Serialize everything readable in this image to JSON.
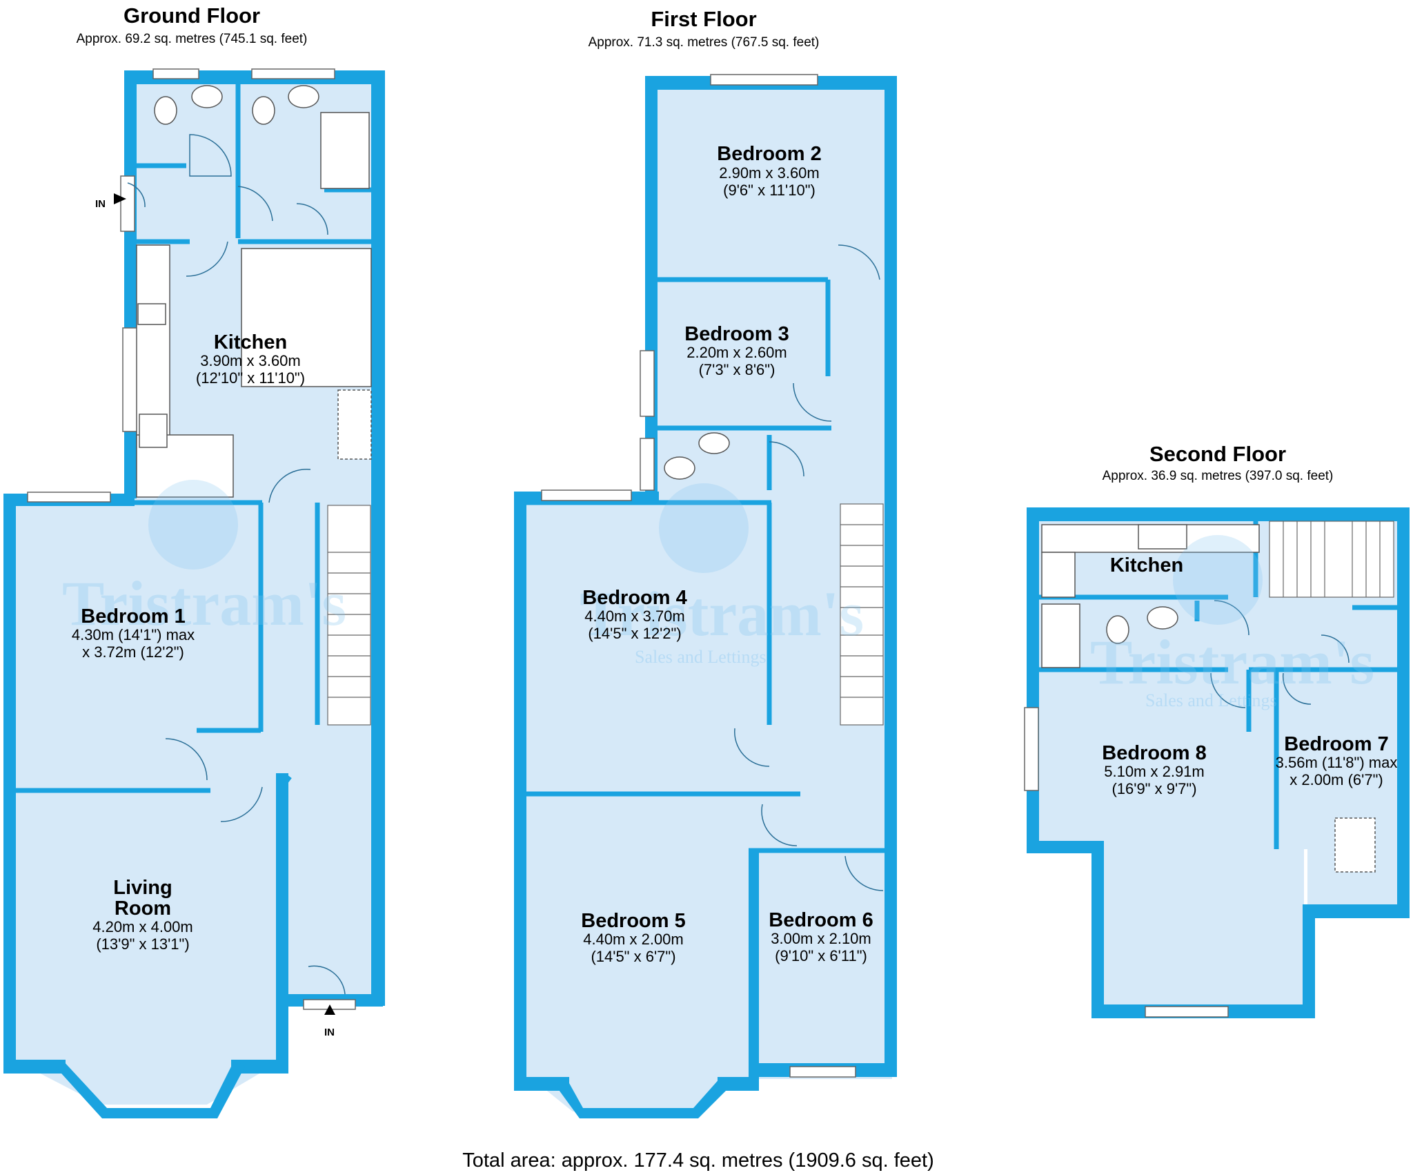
{
  "floors": {
    "ground": {
      "title": "Ground Floor",
      "area": "Approx. 69.2 sq. metres (745.1 sq. feet)",
      "rooms": {
        "kitchen": {
          "name": "Kitchen",
          "dim_m": "3.90m x 3.60m",
          "dim_ft": "(12'10\" x 11'10\")"
        },
        "bedroom1": {
          "name": "Bedroom 1",
          "dim_m": "4.30m (14'1\") max",
          "dim_ft": "x 3.72m (12'2\")"
        },
        "living": {
          "name_1": "Living",
          "name_2": "Room",
          "dim_m": "4.20m x 4.00m",
          "dim_ft": "(13'9\" x 13'1\")"
        }
      },
      "entrance_side": "IN",
      "entrance_front": "IN"
    },
    "first": {
      "title": "First Floor",
      "area": "Approx. 71.3 sq. metres (767.5 sq. feet)",
      "rooms": {
        "bedroom2": {
          "name": "Bedroom 2",
          "dim_m": "2.90m x 3.60m",
          "dim_ft": "(9'6\" x 11'10\")"
        },
        "bedroom3": {
          "name": "Bedroom 3",
          "dim_m": "2.20m x 2.60m",
          "dim_ft": "(7'3\" x 8'6\")"
        },
        "bedroom4": {
          "name": "Bedroom 4",
          "dim_m": "4.40m x 3.70m",
          "dim_ft": "(14'5\" x 12'2\")"
        },
        "bedroom5": {
          "name": "Bedroom 5",
          "dim_m": "4.40m x 2.00m",
          "dim_ft": "(14'5\" x 6'7\")"
        },
        "bedroom6": {
          "name": "Bedroom 6",
          "dim_m": "3.00m x 2.10m",
          "dim_ft": "(9'10\" x 6'11\")"
        }
      }
    },
    "second": {
      "title": "Second Floor",
      "area": "Approx. 36.9 sq. metres (397.0 sq. feet)",
      "rooms": {
        "kitchen": {
          "name": "Kitchen"
        },
        "bedroom8": {
          "name": "Bedroom 8",
          "dim_m": "5.10m x 2.91m",
          "dim_ft": "(16'9\" x 9'7\")"
        },
        "bedroom7": {
          "name": "Bedroom 7",
          "dim_m": "3.56m (11'8\") max",
          "dim_ft": "x 2.00m (6'7\")"
        }
      }
    }
  },
  "total_area": "Total area: approx. 177.4 sq. metres (1909.6 sq. feet)",
  "watermark": {
    "brand": "Tristram's",
    "tagline": "Sales and Lettings"
  },
  "colors": {
    "wall": "#1aa3e0",
    "floor": "#d6e9f8",
    "text": "#000000"
  }
}
